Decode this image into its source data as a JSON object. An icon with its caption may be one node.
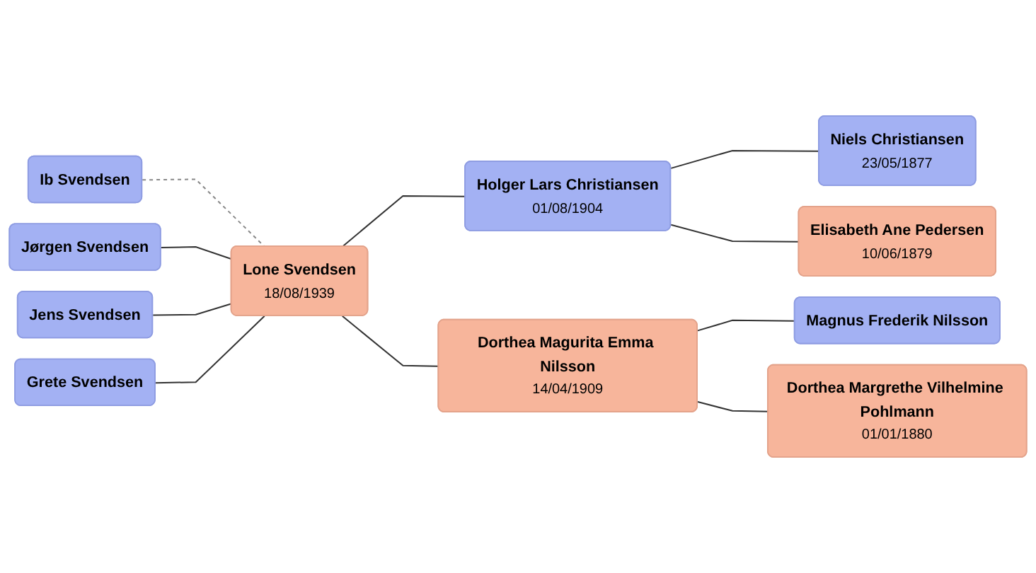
{
  "diagram": {
    "nodes": [
      {
        "text": [
          "Ib Svendsen"
        ]
      },
      {
        "text": [
          "Jørgen Svendsen"
        ]
      },
      {
        "text": [
          "Jens Svendsen"
        ]
      },
      {
        "text": [
          "Grete Svendsen"
        ]
      },
      {
        "text": [
          "Lone Svendsen",
          "18/08/1939"
        ]
      },
      {
        "text": [
          "Holger Lars Christiansen",
          "01/08/1904"
        ]
      },
      {
        "text": [
          "Niels Christiansen",
          "23/05/1877"
        ]
      },
      {
        "text": [
          "Elisabeth Ane Pedersen",
          "10/06/1879"
        ]
      },
      {
        "text": [
          "Dorthea Magurita Emma Nilsson",
          "14/04/1909"
        ]
      },
      {
        "text": [
          "Magnus Frederik Nilsson"
        ]
      },
      {
        "text": [
          "Dorthea Margrethe Vilhelmine Pohlmann",
          "01/01/1880"
        ]
      }
    ],
    "edges": [
      {
        "from": 0,
        "to": 4,
        "arrow": "none",
        "style": "dashed",
        "color": "#888888"
      },
      {
        "from": 1,
        "to": 4,
        "arrow": "none"
      },
      {
        "from": 2,
        "to": 4,
        "arrow": "none"
      },
      {
        "from": 3,
        "to": 4,
        "arrow": "none"
      },
      {
        "from": 4,
        "to": 5,
        "arrow": "none"
      },
      {
        "from": 4,
        "to": 8,
        "arrow": "none"
      },
      {
        "from": 5,
        "to": 6,
        "arrow": "none"
      },
      {
        "from": 5,
        "to": 7,
        "arrow": "none"
      },
      {
        "from": 8,
        "to": 9,
        "arrow": "none"
      },
      {
        "from": 8,
        "to": 10,
        "arrow": "none"
      }
    ]
  }
}
